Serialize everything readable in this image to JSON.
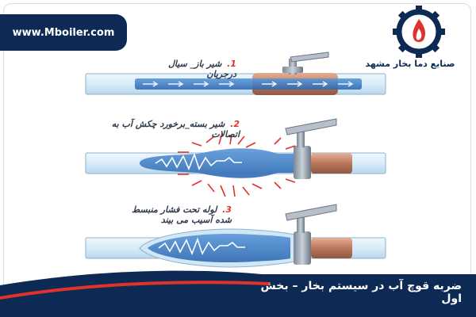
{
  "site": {
    "url": "www.Mboiler.com"
  },
  "company": {
    "name": "صنایع دما بخار مشهد"
  },
  "steps": [
    {
      "number": "1.",
      "text": "شیر باز_ سیال درجریان"
    },
    {
      "number": "2.",
      "text_line1": "شیر بسته_برخورد چکش آب به",
      "text_line2": "اتصالات"
    },
    {
      "number": "3.",
      "text_line1": "لوله تحت فشار منبسط",
      "text_line2": "شده آسیب می بیند"
    }
  ],
  "footer": {
    "title": "ضربه قوچ آب در سیستم بخار – بخش اول"
  },
  "colors": {
    "navy": "#0d2a55",
    "accent_red": "#e0322c",
    "pipe_fill": "#cfe7f7",
    "water": "#3f7fc9",
    "valve_copper": "#b86a4a"
  },
  "icons": [
    "gear-flame-logo-icon",
    "valve-handle-icon",
    "flow-arrow-icon",
    "shockwave-icon"
  ]
}
